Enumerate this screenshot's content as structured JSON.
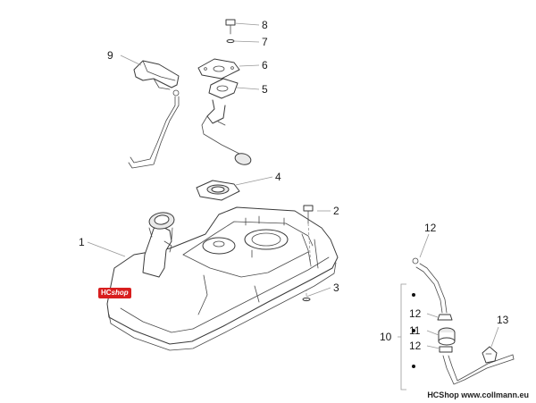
{
  "labels": {
    "l1": "1",
    "l2": "2",
    "l3": "3",
    "l4": "4",
    "l5": "5",
    "l6": "6",
    "l7": "7",
    "l8": "8",
    "l9": "9",
    "l10": "10",
    "l11": "11",
    "l12a": "12",
    "l12b": "12",
    "l12c": "12",
    "l13": "13"
  },
  "badge": {
    "part_a": "HC",
    "part_b": "shop",
    "color": "#d81e1e"
  },
  "footer": {
    "text": "HCShop www.collmann.eu"
  }
}
